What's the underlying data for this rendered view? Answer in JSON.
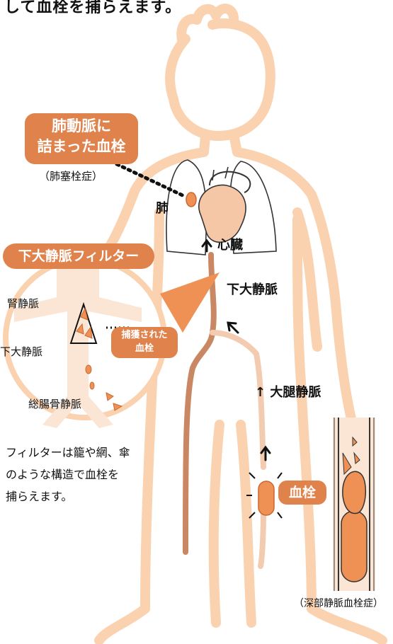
{
  "top_text": "して血栓を捕らえます。",
  "callout_pulmonary": {
    "line1": "肺動脈に",
    "line2": "詰まった血栓"
  },
  "callout_pe": "（肺塞栓症）",
  "label_lung": "肺",
  "label_heart": "心臓",
  "filter_title": "下大静脈フィルター",
  "inset_labels": {
    "renal_vein": "腎静脈",
    "ivc": "下大静脈",
    "iliac": "総腸骨静脈",
    "captured_line1": "捕獲された",
    "captured_line2": "血栓"
  },
  "label_ivc_body": "下大静脈",
  "label_femoral": "↑ 大腿静脈",
  "label_clot": "血栓",
  "label_dvt": "（深部静脈血栓症）",
  "note_lines": [
    "フィルターは籠や網、傘",
    "のような構造で血栓を",
    "捕らえます。"
  ],
  "colors": {
    "accent": "#e0824c",
    "body_outline": "#fbd2b0",
    "vein": "#c98863",
    "clot": "#ef9155",
    "clot_dark": "#c8692f"
  }
}
